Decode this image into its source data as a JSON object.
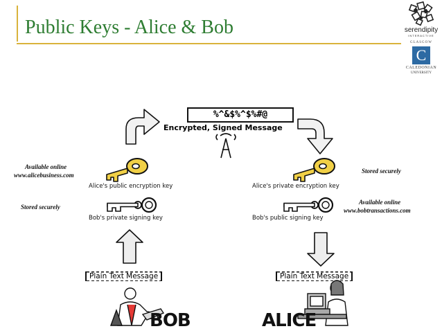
{
  "title": "Public Keys - Alice & Bob",
  "logo": {
    "name": "serendipity",
    "tagline": "INTERACTIVE",
    "city": "GLASGOW",
    "letter": "C",
    "org": "CALEDONIAN",
    "org_sub": "UNIVERSITY"
  },
  "diagram": {
    "cipher_text": "%^&$%^$%#@",
    "encrypted_label": "Encrypted, Signed Message",
    "left": {
      "online_line1": "Available online",
      "online_line2": "www.alicebusiness.com",
      "public_key_label": "Alice's public encryption key",
      "stored_label": "Stored securely",
      "private_key_label": "Bob's private signing key",
      "plain_text": "Plain Text Message",
      "name": "BOB"
    },
    "right": {
      "stored_label": "Stored securely",
      "private_key_label": "Alice's private encryption key",
      "online_line1": "Available online",
      "online_line2": "www.bobtransactions.com",
      "public_key_label": "Bob's public signing key",
      "plain_text": "Plain Text Message",
      "name": "ALICE"
    }
  }
}
